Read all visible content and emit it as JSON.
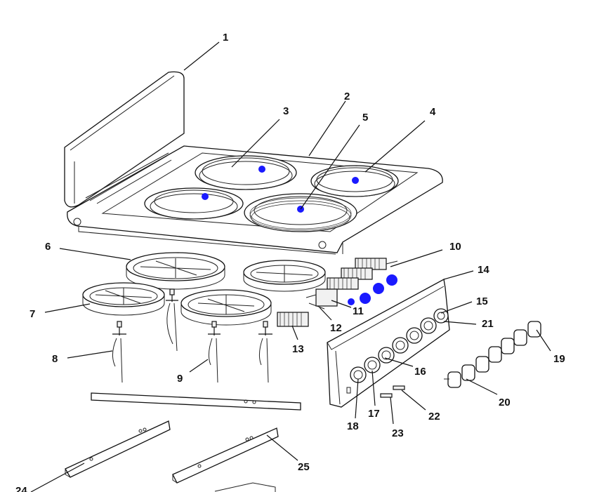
{
  "diagram": {
    "callouts": [
      {
        "id": "c1",
        "text": "1"
      },
      {
        "id": "c2",
        "text": "2"
      },
      {
        "id": "c3",
        "text": "3"
      },
      {
        "id": "c4",
        "text": "4"
      },
      {
        "id": "c5",
        "text": "5"
      },
      {
        "id": "c6",
        "text": "6"
      },
      {
        "id": "c7",
        "text": "7"
      },
      {
        "id": "c8",
        "text": "8"
      },
      {
        "id": "c9",
        "text": "9"
      },
      {
        "id": "c10",
        "text": "10"
      },
      {
        "id": "c11",
        "text": "11"
      },
      {
        "id": "c12",
        "text": "12"
      },
      {
        "id": "c13",
        "text": "13"
      },
      {
        "id": "c14",
        "text": "14"
      },
      {
        "id": "c15",
        "text": "15"
      },
      {
        "id": "c16",
        "text": "16"
      },
      {
        "id": "c17",
        "text": "17"
      },
      {
        "id": "c18",
        "text": "18"
      },
      {
        "id": "c19",
        "text": "19"
      },
      {
        "id": "c20",
        "text": "20"
      },
      {
        "id": "c21",
        "text": "21"
      },
      {
        "id": "c22",
        "text": "22"
      },
      {
        "id": "c23",
        "text": "23"
      },
      {
        "id": "c24",
        "text": "24"
      },
      {
        "id": "c25",
        "text": "25"
      }
    ],
    "marker_color": "#1a1aff"
  }
}
